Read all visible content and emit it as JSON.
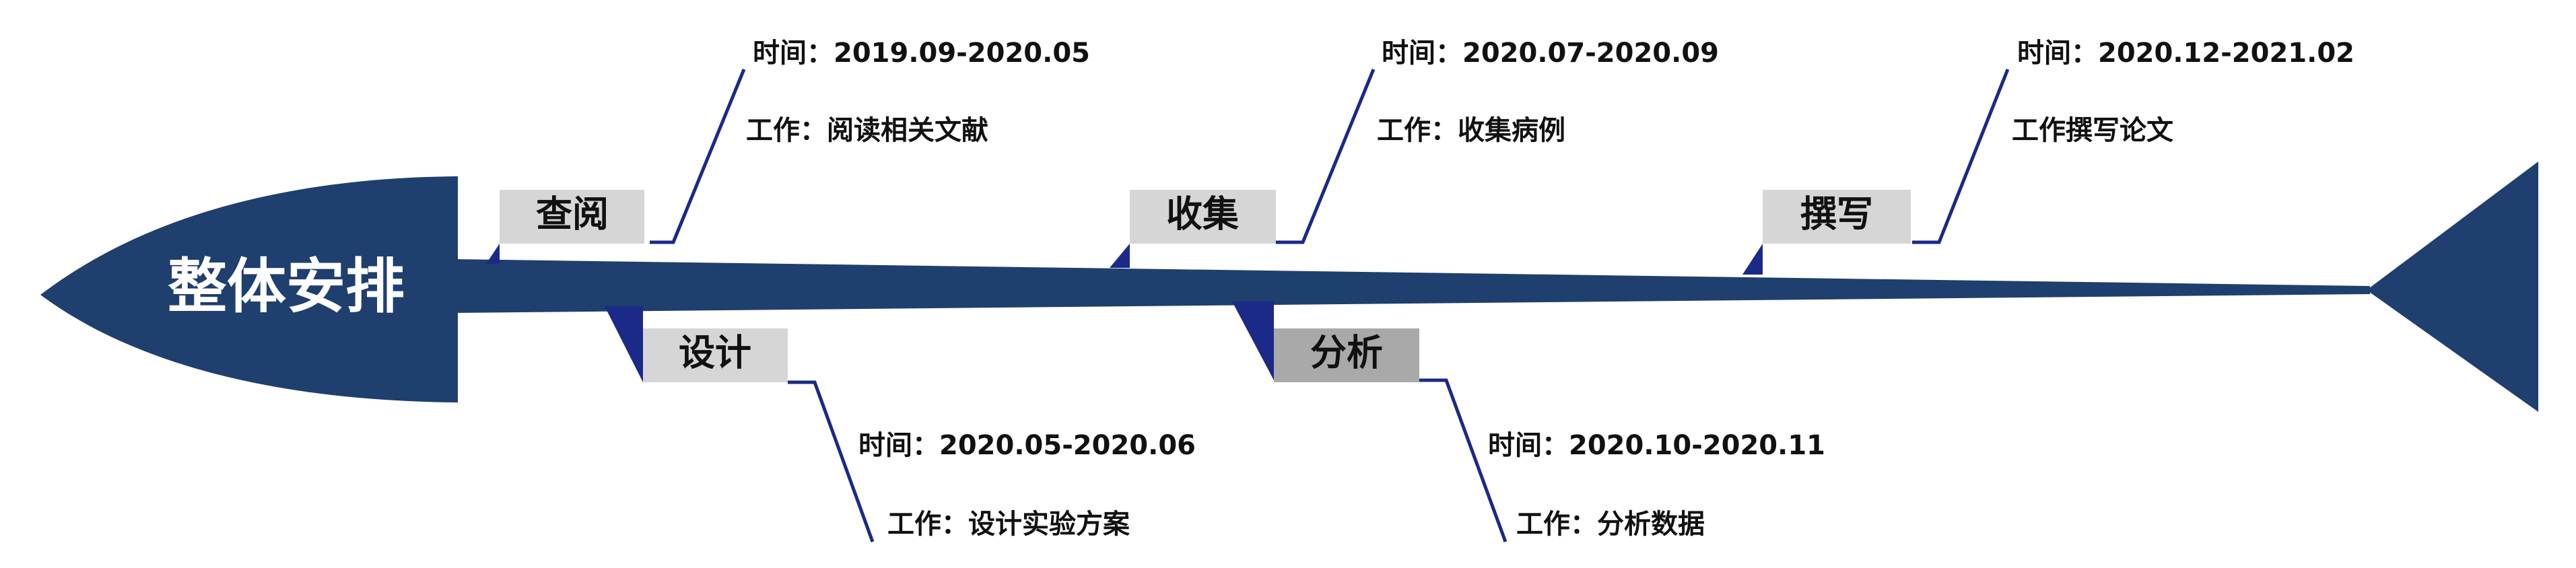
{
  "title": "整体安排",
  "stages": [
    {
      "label": "查阅",
      "time_prefix": "时间：",
      "time": "2019.09-2020.05",
      "work_prefix": "工作：",
      "work": "阅读相关文献"
    },
    {
      "label": "设计",
      "time_prefix": "时间：",
      "time": "2020.05-2020.06",
      "work_prefix": "工作：",
      "work": "设计实验方案"
    },
    {
      "label": "收集",
      "time_prefix": "时间：",
      "time": "2020.07-2020.09",
      "work_prefix": "工作：",
      "work": "收集病例"
    },
    {
      "label": "分析",
      "time_prefix": "时间：",
      "time": "2020.10-2020.11",
      "work_prefix": "工作：",
      "work": "分析数据"
    },
    {
      "label": "撰写",
      "time_prefix": "时间：",
      "time": "2020.12-2021.02",
      "work_prefix": "",
      "work": "工作撰写论文"
    }
  ],
  "colors": {
    "navy": "#1f3f6e",
    "bone": "#1b2a86",
    "label_light": "#d6d6d6",
    "label_dark": "#a9a9a9",
    "text": "#111111",
    "title_text": "#ffffff"
  }
}
